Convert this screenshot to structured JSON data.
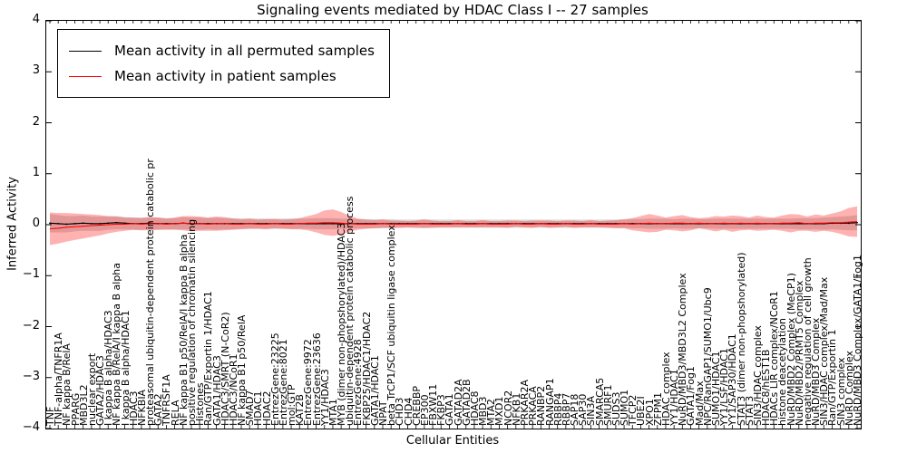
{
  "figure": {
    "title": "Signaling events mediated by HDAC Class I -- 27 samples",
    "xlabel": "Cellular Entities",
    "ylabel": "Inferred Activity"
  },
  "legend": {
    "entries": [
      {
        "label": "Mean activity in all permuted samples",
        "color": "#000000"
      },
      {
        "label": "Mean activity in patient samples",
        "color": "#ff0000"
      }
    ]
  },
  "chart_data": {
    "type": "line",
    "title": "Signaling events mediated by HDAC Class I -- 27 samples",
    "xlabel": "Cellular Entities",
    "ylabel": "Inferred Activity",
    "ylim": [
      -4,
      4
    ],
    "yticks": [
      4,
      3,
      2,
      1,
      0,
      -1,
      -2,
      -3,
      -4
    ],
    "ytick_labels": [
      "4",
      "3",
      "2",
      "1",
      "0",
      "−1",
      "−2",
      "−3",
      "−4"
    ],
    "grid": false,
    "legend_position": "upper left",
    "x_labels": [
      "TNF",
      "TNF-alpha/TNFR1A",
      "NF kappa B/RelA",
      "PPARG",
      "MBD3L2",
      "nuclear export",
      "GATA2/HDAC3",
      "I kappa B alpha/HDAC3",
      "NF kappa B/RelA/I kappa B alpha",
      "I kappa B alpha/HDAC1",
      "HDAC3",
      "NFKBIA",
      "proteasomal ubiquitin-dependent protein catabolic pr",
      "GATA2",
      "TNFRSF1A",
      "RELA",
      "NF kappa B1 p50/RelA/I kappa B alpha",
      "positive regulation of chromatin silencing",
      "Histones",
      "Ran/GTP/Exportin 1/HDAC1",
      "GATA1/HDAC3",
      "HDAC3/SMRT (N-CoR2)",
      "HDAC3/NCoR1",
      "NF kappa B1 p50/RelA",
      "SMAD7",
      "HDAC1",
      "HDAC2",
      "EntrezGene:23225",
      "EntrezGene:8021",
      "mol:GTP",
      "KAT2B",
      "EntrezGene:9972",
      "EntrezGene:23636",
      "YY1/HDAC3",
      "MTA1",
      "MYB (dimer non-phopshorylated)/HDAC3",
      "ubiquitin-dependent protein catabolic process",
      "EntrezGene:4928",
      "FKBP25/HDAC1/HDAC2",
      "GATA1/HDAC1",
      "NPAT",
      "beta TrCP1/SCF ubiquitin ligase complex",
      "CHD3",
      "CHD4",
      "CREBBP",
      "EP300",
      "FBXW11",
      "FKBP3",
      "GATA1",
      "GATAD2A",
      "GATAD2B",
      "HDAC8",
      "MBD3",
      "MTA2",
      "MXD1",
      "NCOR2",
      "NFKB1",
      "PRKAR2A",
      "PRKACA",
      "RANBP2",
      "RANGAP1",
      "RBBP4",
      "RBBP7",
      "SAP18",
      "SAP30",
      "SIN3A",
      "SMARCA5",
      "SMURF1",
      "SUDS3",
      "SUMO1",
      "TFCP2",
      "UBE2I",
      "XPO1",
      "ZFPM1",
      "HDAC complex",
      "YY1/HDAC1",
      "NuRD/MBD3/MBD3L2 Complex",
      "GATA1/Fog1",
      "Mad/Max",
      "NPC/RanGAP1/SUMO1/Ubc9",
      "SUMO1/HDAC1",
      "YY1/LSF/HDAC1",
      "YY1/SAP30/HDAC1",
      "STAT3 (dimer non-phopshorylated)",
      "STAT3",
      "SIN3/HDAC complex",
      "HDAC8/hEST1B",
      "HDACs LIR complex/NCoR1",
      "histone deacetylation",
      "NuRD/MBD2 Complex (MeCP1)",
      "NuRD/MBD2/PRMT5 Complex",
      "negative regulation of cell growth",
      "NuRD/MBD3 Complex",
      "SIN3/HDAC complex/Mad/Max",
      "Ran/GTP/Exportin 1",
      "SIN3 complex",
      "NuRD Complex",
      "NuRD/MBD3 Complex/GATA1/Fog1"
    ],
    "series": [
      {
        "name": "Mean activity in all permuted samples",
        "color": "#000000",
        "band_color": "rgba(128,128,128,0.30)",
        "values": [
          0.03,
          0.02,
          0.01,
          0.02,
          0.03,
          0.02,
          0.02,
          0.03,
          0.04,
          0.03,
          0.02,
          0.02,
          0.03,
          0.02,
          0.02,
          0.02,
          0.03,
          0.02,
          0.02,
          0.02,
          0.02,
          0.02,
          0.02,
          0.02,
          0.02,
          0.02,
          0.02,
          0.02,
          0.02,
          0.02,
          0.02,
          0.02,
          0.02,
          0.02,
          0.02,
          0.02,
          0.02,
          0.02,
          0.02,
          0.02,
          0.02,
          0.02,
          0.02,
          0.02,
          0.02,
          0.02,
          0.02,
          0.02,
          0.02,
          0.02,
          0.02,
          0.02,
          0.02,
          0.02,
          0.02,
          0.02,
          0.02,
          0.02,
          0.02,
          0.02,
          0.02,
          0.02,
          0.02,
          0.02,
          0.02,
          0.02,
          0.02,
          0.02,
          0.02,
          0.02,
          0.02,
          0.02,
          0.02,
          0.02,
          0.02,
          0.02,
          0.02,
          0.02,
          0.02,
          0.02,
          0.02,
          0.02,
          0.02,
          0.02,
          0.02,
          0.02,
          0.02,
          0.02,
          0.02,
          0.02,
          0.02,
          0.02,
          0.02,
          0.02,
          0.03,
          0.03,
          0.03,
          0.04
        ],
        "band_halfwidth": [
          0.18,
          0.17,
          0.16,
          0.15,
          0.15,
          0.14,
          0.14,
          0.13,
          0.13,
          0.12,
          0.12,
          0.12,
          0.12,
          0.12,
          0.11,
          0.11,
          0.12,
          0.12,
          0.12,
          0.11,
          0.12,
          0.11,
          0.11,
          0.1,
          0.1,
          0.1,
          0.1,
          0.1,
          0.1,
          0.1,
          0.1,
          0.1,
          0.11,
          0.11,
          0.11,
          0.1,
          0.1,
          0.09,
          0.09,
          0.09,
          0.09,
          0.09,
          0.08,
          0.08,
          0.08,
          0.09,
          0.08,
          0.08,
          0.08,
          0.08,
          0.08,
          0.08,
          0.08,
          0.08,
          0.08,
          0.08,
          0.08,
          0.08,
          0.08,
          0.08,
          0.08,
          0.08,
          0.08,
          0.08,
          0.08,
          0.08,
          0.08,
          0.08,
          0.08,
          0.08,
          0.09,
          0.09,
          0.1,
          0.1,
          0.1,
          0.09,
          0.1,
          0.1,
          0.09,
          0.09,
          0.1,
          0.1,
          0.1,
          0.1,
          0.1,
          0.1,
          0.1,
          0.1,
          0.1,
          0.1,
          0.11,
          0.11,
          0.11,
          0.12,
          0.12,
          0.13,
          0.14,
          0.15
        ]
      },
      {
        "name": "Mean activity in patient samples",
        "color": "#ff0000",
        "band_color": "rgba(255,0,0,0.30)",
        "values": [
          -0.08,
          -0.07,
          -0.05,
          -0.04,
          -0.03,
          -0.02,
          -0.01,
          0.0,
          0.01,
          0.01,
          0.02,
          0.01,
          0.02,
          0.02,
          0.01,
          0.02,
          0.03,
          0.02,
          0.02,
          0.01,
          0.02,
          0.02,
          0.01,
          0.01,
          0.02,
          0.01,
          0.01,
          0.02,
          0.01,
          0.01,
          0.02,
          0.03,
          0.03,
          0.04,
          0.04,
          0.03,
          0.02,
          0.01,
          0.01,
          0.01,
          0.02,
          0.01,
          0.01,
          0.01,
          0.01,
          0.02,
          0.01,
          0.01,
          0.01,
          0.02,
          0.01,
          0.01,
          0.02,
          0.01,
          0.01,
          0.01,
          0.02,
          0.01,
          0.01,
          0.02,
          0.01,
          0.01,
          0.02,
          0.01,
          0.01,
          0.02,
          0.01,
          0.01,
          0.01,
          0.02,
          0.01,
          0.02,
          0.03,
          0.02,
          0.02,
          0.03,
          0.03,
          0.02,
          0.03,
          0.02,
          0.02,
          0.03,
          0.02,
          0.03,
          0.02,
          0.03,
          0.02,
          0.02,
          0.03,
          0.03,
          0.04,
          0.02,
          0.03,
          0.03,
          0.04,
          0.04,
          0.05,
          0.06
        ],
        "band_halfwidth": [
          0.32,
          0.3,
          0.28,
          0.26,
          0.24,
          0.22,
          0.2,
          0.17,
          0.15,
          0.13,
          0.12,
          0.12,
          0.13,
          0.12,
          0.11,
          0.12,
          0.14,
          0.15,
          0.14,
          0.13,
          0.14,
          0.13,
          0.11,
          0.1,
          0.1,
          0.09,
          0.1,
          0.09,
          0.09,
          0.1,
          0.11,
          0.14,
          0.18,
          0.24,
          0.26,
          0.22,
          0.16,
          0.11,
          0.09,
          0.08,
          0.08,
          0.07,
          0.07,
          0.06,
          0.07,
          0.08,
          0.07,
          0.06,
          0.06,
          0.07,
          0.06,
          0.06,
          0.07,
          0.06,
          0.06,
          0.07,
          0.06,
          0.06,
          0.07,
          0.06,
          0.07,
          0.06,
          0.06,
          0.07,
          0.06,
          0.07,
          0.06,
          0.07,
          0.08,
          0.09,
          0.12,
          0.15,
          0.18,
          0.16,
          0.12,
          0.14,
          0.16,
          0.13,
          0.1,
          0.12,
          0.15,
          0.13,
          0.16,
          0.14,
          0.12,
          0.15,
          0.13,
          0.12,
          0.15,
          0.18,
          0.16,
          0.14,
          0.17,
          0.15,
          0.18,
          0.22,
          0.28,
          0.3
        ]
      }
    ]
  }
}
